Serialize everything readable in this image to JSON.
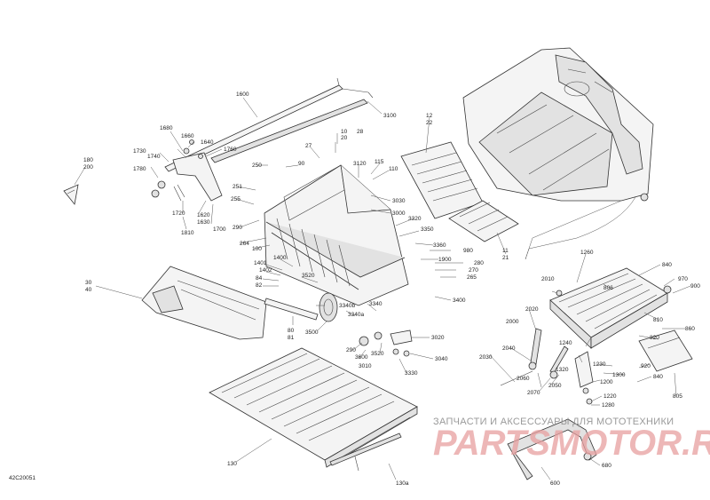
{
  "diagram_code": "42C20051",
  "watermark": {
    "caption": "ЗАПЧАСТИ И АКСЕССУАРЫ ДЛЯ МОТОТЕХНИКИ",
    "brand": "PARTSMOTOR.RU",
    "brand_color": "#e8a0a0"
  },
  "callouts": {
    "c1600": "1600",
    "c3100": "3100",
    "c1680": "1680",
    "c1660": "1660",
    "c1640": "1640",
    "c1760": "1760",
    "c1730": "1730",
    "c1740": "1740",
    "c1780": "1780",
    "c180": "180",
    "c200": "200",
    "c1720": "1720",
    "c1620": "1620",
    "c1630": "1630",
    "c1700": "1700",
    "c1810": "1810",
    "c27": "27",
    "c10": "10",
    "c20": "20",
    "c28": "28",
    "c90": "90",
    "c250": "250",
    "c3120": "3120",
    "c115": "115",
    "c110": "110",
    "c251": "251",
    "c255": "255",
    "c3030": "3030",
    "c3000": "3000",
    "c290": "290",
    "c264": "264",
    "c100": "100",
    "c3320": "3320",
    "c3350": "3350",
    "c3360": "3360",
    "c980": "980",
    "c280": "280",
    "c270": "270",
    "c265": "265",
    "c1900": "1900",
    "c1401": "1401",
    "c1400": "1400",
    "c1402": "1402",
    "c84": "84",
    "c82": "82",
    "c3520": "3520",
    "c3400": "3400",
    "c30": "30",
    "c40": "40",
    "c3340b": "3340b",
    "c3340a": "3340a",
    "c3340": "3340",
    "c80": "80",
    "c81": "81",
    "c3500": "3500",
    "c3020": "3020",
    "c3600": "3600",
    "c3010": "3010",
    "c3040": "3040",
    "c3330": "3330",
    "c12": "12",
    "c22": "22",
    "c11": "11",
    "c21": "21",
    "c1260": "1260",
    "c840": "840",
    "c2010": "2010",
    "c806": "806",
    "c970": "970",
    "c900": "900",
    "c2020": "2020",
    "c810": "810",
    "c2000": "2000",
    "c860": "860",
    "c820": "820",
    "c2040": "2040",
    "c1240": "1240",
    "c2030": "2030",
    "c2060": "2060",
    "c1230": "1230",
    "c1320": "1320",
    "c1300": "1300",
    "c920": "920",
    "c2070": "2070",
    "c2050": "2050",
    "c1200": "1200",
    "c840b": "840",
    "c805": "805",
    "c1220": "1220",
    "c1280": "1280",
    "c130": "130",
    "c130a": "130a",
    "c600": "600",
    "c680": "680"
  }
}
